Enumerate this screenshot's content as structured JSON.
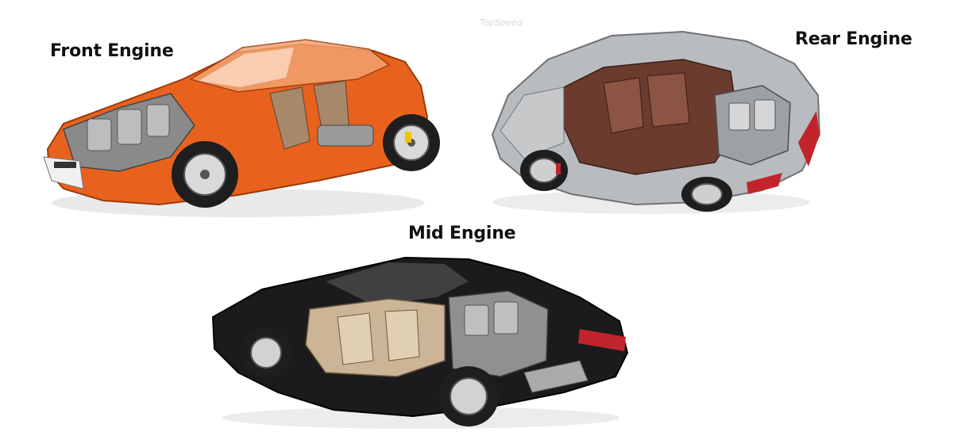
{
  "labels": {
    "front": "Front Engine",
    "rear": "Rear Engine",
    "mid": "Mid Engine"
  },
  "watermark": "TopSpeed",
  "colors": {
    "front_body": "#e8621e",
    "rear_body": "#b9bcbf",
    "rear_interior": "#6b3b2e",
    "mid_body": "#1b1b1d",
    "mid_interior": "#cbb596",
    "taillight": "#c2242c",
    "tire": "#1e1e1e"
  },
  "icons": {
    "front": "front-engine-cutaway-car",
    "rear": "rear-engine-cutaway-car",
    "mid": "mid-engine-cutaway-car"
  }
}
